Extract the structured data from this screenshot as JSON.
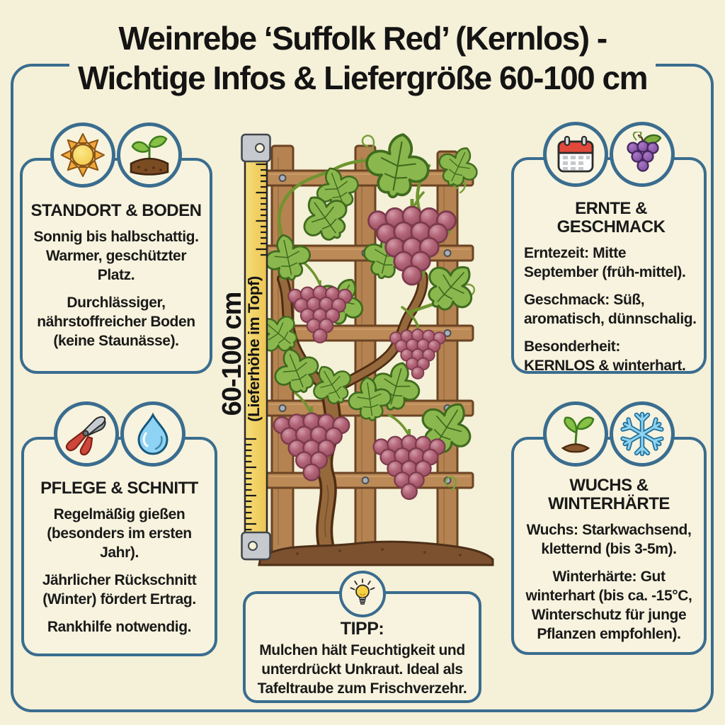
{
  "title": {
    "line1": "Weinrebe ‘Suffolk Red’ (Kernlos) -",
    "line2": "Wichtige Infos & Liefergröße 60-100 cm"
  },
  "measure": {
    "size": "60-100 cm",
    "note": "(Lieferhöhe im Topf)"
  },
  "boxes": {
    "standort": {
      "heading": "STANDORT & BODEN",
      "icons": [
        "sun-icon",
        "seedling-soil-icon"
      ],
      "para1": "Sonnig bis halbschattig. Warmer, geschützter Platz.",
      "para2": "Durchlässiger, nährstoffreicher Boden (keine Staunässe)."
    },
    "ernte": {
      "heading": "ERNTE & GESCHMACK",
      "icons": [
        "calendar-icon",
        "grapes-icon"
      ],
      "rows": [
        {
          "label": "Erntezeit:",
          "text": " Mitte September (früh-mittel)."
        },
        {
          "label": "Geschmack:",
          "text": " Süß, aromatisch, dünnschalig."
        },
        {
          "label": "Besonderheit:",
          "text": "KERNLOS & winterhart."
        }
      ]
    },
    "pflege": {
      "heading": "PFLEGE & SCHNITT",
      "icons": [
        "pruning-shears-icon",
        "water-drop-icon"
      ],
      "para1": "Regelmäßig gießen (besonders im ersten Jahr).",
      "para2": "Jährlicher Rückschnitt (Winter) fördert Ertrag.",
      "para3": "Rankhilfe notwendig."
    },
    "wuchs": {
      "heading": "WUCHS & WINTERHÄRTE",
      "icons": [
        "seedling-icon",
        "snowflake-icon"
      ],
      "rows": [
        {
          "label": "Wuchs:",
          "text": " Starkwachsend, kletternd (bis 3-5m)."
        },
        {
          "label": "Winterhärte:",
          "text": " Gut winterhart (bis ca. -15°C, Winterschutz für junge Pflanzen empfohlen)."
        }
      ]
    },
    "tipp": {
      "heading": "TIPP:",
      "icon": "lightbulb-icon",
      "text": "Mulchen hält Feuchtigkeit und unterdrückt Unkraut. Ideal als Tafeltraube zum Frischverzehr."
    }
  },
  "colors": {
    "background": "#f5f0d8",
    "frame_blue": "#3a6d8f",
    "text": "#1a1a1a",
    "tape_yellow": "#f2d263",
    "grape_red": "#b26476",
    "leaf_green": "#8bb84e",
    "wood_brown": "#b58352"
  }
}
